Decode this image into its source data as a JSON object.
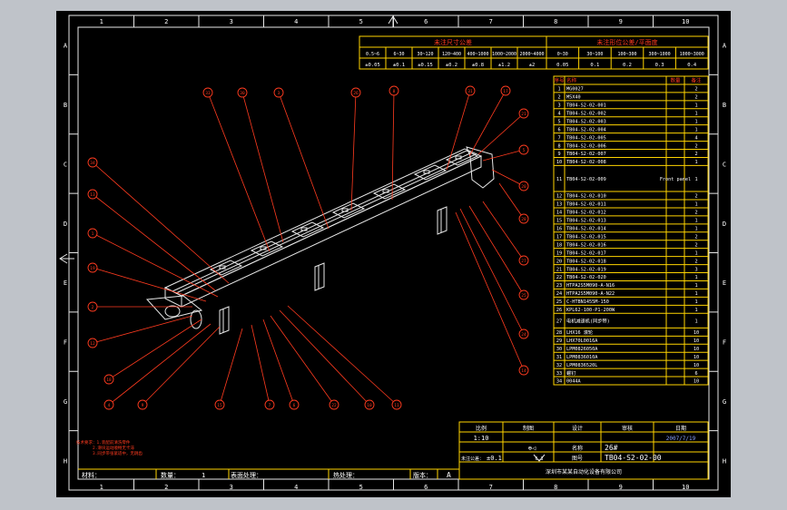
{
  "sheet": {
    "border_color": "#ffffff",
    "line_color": "#ffd400",
    "text_color": "#ffffff",
    "note_color": "#ff3b1f",
    "column_labels": [
      "1",
      "2",
      "3",
      "4",
      "5",
      "6",
      "7",
      "8",
      "9",
      "10"
    ],
    "row_labels": [
      "A",
      "B",
      "C",
      "D",
      "E",
      "F",
      "G",
      "H"
    ]
  },
  "tolerance_table": {
    "linear_header": "未注尺寸公差",
    "angle_header": "未注形位公差/平面度",
    "linear_ranges": [
      "0.5~6",
      "6~30",
      "30~120",
      "120~400",
      "400~1000",
      "1000~2000",
      "2000~4000"
    ],
    "linear_values": [
      "±0.05",
      "±0.1",
      "±0.15",
      "±0.2",
      "±0.8",
      "±1.2",
      "±2"
    ],
    "flat_ranges": [
      "0~30",
      "30~100",
      "100~300",
      "300~1000",
      "1000~3000"
    ],
    "flat_values": [
      "0.05",
      "0.1",
      "0.2",
      "0.3",
      "0.4"
    ]
  },
  "bom": {
    "headers": [
      "序号",
      "名称",
      "数量",
      "备注"
    ],
    "rows": [
      [
        "1",
        "MG0027",
        "",
        "2"
      ],
      [
        "2",
        "M5X40",
        "",
        "2"
      ],
      [
        "3",
        "TB04-S2-02-001",
        "",
        "1"
      ],
      [
        "4",
        "TB04-S2-02-002",
        "",
        "1"
      ],
      [
        "5",
        "TB04-S2-02-003",
        "",
        "1"
      ],
      [
        "6",
        "TB04-S2-02-004",
        "",
        "1"
      ],
      [
        "7",
        "TB04-S2-02-005",
        "",
        "4"
      ],
      [
        "8",
        "TB04-S2-02-006",
        "",
        "2"
      ],
      [
        "9",
        "TB04-S2-02-007",
        "",
        "2"
      ],
      [
        "10",
        "TB04-S2-02-008",
        "",
        "1"
      ],
      [
        "11",
        "TB04-S2-02-009",
        "Front panel",
        "1"
      ],
      [
        "12",
        "TB04-S2-02-010",
        "",
        "2"
      ],
      [
        "13",
        "TB04-S2-02-011",
        "",
        "1"
      ],
      [
        "14",
        "TB04-S2-02-012",
        "",
        "2"
      ],
      [
        "15",
        "TB04-S2-02-013",
        "",
        "1"
      ],
      [
        "16",
        "TB04-S2-02-014",
        "",
        "1"
      ],
      [
        "17",
        "TB04-S2-02-015",
        "",
        "2"
      ],
      [
        "18",
        "TB04-S2-02-016",
        "",
        "2"
      ],
      [
        "19",
        "TB04-S2-02-017",
        "",
        "1"
      ],
      [
        "20",
        "TB04-S2-02-018",
        "",
        "2"
      ],
      [
        "21",
        "TB04-S2-02-019",
        "",
        "3"
      ],
      [
        "22",
        "TB04-S2-02-020",
        "",
        "1"
      ],
      [
        "23",
        "HTPA2S5M090-A-N16",
        "",
        "1"
      ],
      [
        "24",
        "HTPA2S5M090-A-N22",
        "",
        "1"
      ],
      [
        "25",
        "C-HTBN1455M-150",
        "",
        "1"
      ],
      [
        "26",
        "KPL62-100-P1-200W",
        "",
        "1"
      ],
      [
        "27",
        "电机减速机(同步带)",
        "",
        "1"
      ],
      [
        "28",
        "LHX16 滚轮",
        "",
        "10"
      ],
      [
        "29",
        "LHX70L0016A",
        "",
        "10"
      ],
      [
        "30",
        "LPM0826050A",
        "",
        "10"
      ],
      [
        "31",
        "LPM0836010A",
        "",
        "10"
      ],
      [
        "32",
        "LPM0836520L",
        "",
        "10"
      ],
      [
        "33",
        "螺钉",
        "",
        "6"
      ],
      [
        "34",
        "0044A",
        "",
        "10"
      ]
    ]
  },
  "title_block": {
    "scale_label": "比例",
    "scale_value": "1:10",
    "draw_label": "制图",
    "design_label": "设计",
    "check_label": "审核",
    "date_label": "日期",
    "date_value": "2007/7/19",
    "name_label": "名称",
    "name_value": "26#",
    "drawing_no_label": "图号",
    "drawing_no_value": "TB04-S2-02-00",
    "material_label": "材料：",
    "quantity_label": "数量：",
    "quantity_value": "1",
    "surface_label": "表面处理：",
    "heat_label": "热处理：",
    "version_label": "版本：",
    "version_value": "A",
    "tolerance_label": "未注公差：",
    "tolerance_value": "±0.1",
    "roughness_value": "6.3",
    "company": "深圳市某某自动化设备有限公司"
  },
  "notes": [
    "技术要求：1.装配前清洗零件",
    "2.滑块运动顺畅无卡滞",
    "3.同步带张紧适中，无跳齿"
  ],
  "balloons": [
    "34",
    "13",
    "1",
    "19",
    "2",
    "12",
    "18",
    "4",
    "9",
    "15",
    "7",
    "6",
    "22",
    "10",
    "11",
    "33",
    "30",
    "3",
    "26",
    "8",
    "31",
    "17",
    "21",
    "5",
    "20",
    "28",
    "27",
    "25",
    "24",
    "14",
    "32"
  ]
}
